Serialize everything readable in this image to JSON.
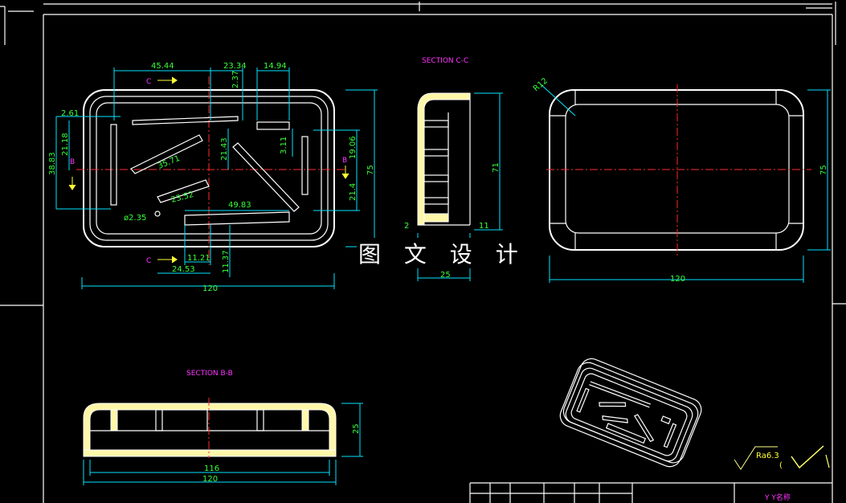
{
  "drawing": {
    "watermark": "图 文 设 计",
    "section_cc": "SECTION C-C",
    "section_bb": "SECTION B-B",
    "markers": {
      "c": "C",
      "b": "B"
    },
    "surface_finish": "Ra6.3",
    "surface_finish_suffix": "(",
    "title_block_text": "Y Y名称",
    "dims_top": {
      "d45_44": "45.44",
      "d23_34": "23.34",
      "d14_94": "14.94",
      "d2_37": "2.37",
      "d2_61": "2.61",
      "d21_18": "21.18",
      "d38_83": "38.83",
      "d35_71": "35.71",
      "d21_43": "21.43",
      "d3_11": "3.11",
      "d19_06": "19.06",
      "d21_4": "21.4",
      "d75": "75",
      "d23_52": "23.52",
      "d2_35": "ø2.35",
      "d49_83": "49.83",
      "d11_21": "11.21",
      "d24_53": "24.53",
      "d11_37": "11.37",
      "d120": "120"
    },
    "dims_cc": {
      "d71": "71",
      "d25": "25",
      "d2": "2",
      "d11": "11"
    },
    "dims_right": {
      "r12": "R12",
      "d75": "75",
      "d120": "120"
    },
    "dims_bb": {
      "d25": "25",
      "d116": "116",
      "d120": "120"
    }
  }
}
